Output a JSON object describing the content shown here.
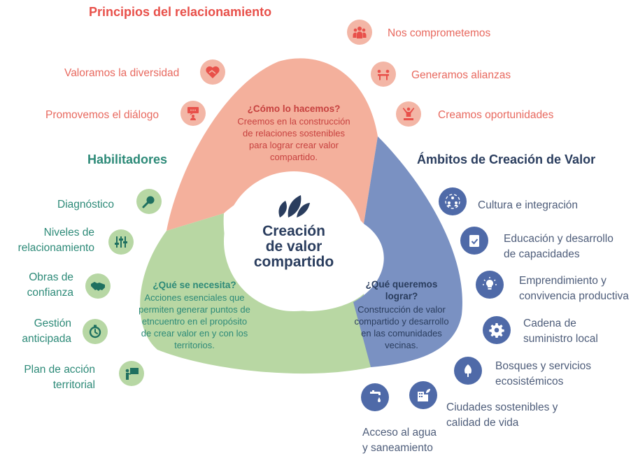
{
  "colors": {
    "coral": "#f4b09c",
    "green": "#b8d7a3",
    "blue": "#7a91c2",
    "red_text": "#e8695f",
    "green_text": "#2d8a78",
    "blue_text": "#4e5d7a",
    "brand_dark": "#2a3d5e"
  },
  "principles": {
    "heading": "Principios del relacionamiento",
    "items": [
      {
        "label": "Nos comprometemos",
        "icon": "group-people-icon"
      },
      {
        "label": "Valoramos la diversidad",
        "icon": "heart-handshake-icon"
      },
      {
        "label": "Generamos alianzas",
        "icon": "meeting-table-icon"
      },
      {
        "label": "Promovemos el diálogo",
        "icon": "speech-bubble-person-icon"
      },
      {
        "label": "Creamos oportunidades",
        "icon": "person-celebrating-icon"
      }
    ]
  },
  "enablers": {
    "heading": "Habilitadores",
    "items": [
      {
        "label": "Diagnóstico",
        "icon": "magnifier-icon"
      },
      {
        "line1": "Niveles de",
        "line2": "relacionamiento",
        "icon": "sliders-icon"
      },
      {
        "line1": "Obras de",
        "line2": "confianza",
        "icon": "handshake-icon"
      },
      {
        "line1": "Gestión",
        "line2": "anticipada",
        "icon": "stopwatch-icon"
      },
      {
        "line1": "Plan de acción",
        "line2": "territorial",
        "icon": "presenter-board-icon"
      }
    ]
  },
  "value_areas": {
    "heading": "Ámbitos de Creación de Valor",
    "items": [
      {
        "label": "Cultura e integración",
        "icon": "people-circle-icon"
      },
      {
        "line1": "Educación y desarrollo",
        "line2": "de capacidades",
        "icon": "clipboard-check-icon"
      },
      {
        "line1": "Emprendimiento y",
        "line2": "convivencia productiva",
        "icon": "lightbulb-icon"
      },
      {
        "line1": "Cadena de",
        "line2": "suministro local",
        "icon": "gear-icon"
      },
      {
        "line1": "Bosques y servicios",
        "line2": "ecosistémicos",
        "icon": "tree-icon"
      },
      {
        "line1": "Ciudades sostenibles y",
        "line2": "calidad de vida",
        "icon": "building-leaf-icon"
      },
      {
        "line1": "Acceso al agua",
        "line2": "y saneamiento",
        "icon": "water-tap-icon"
      }
    ]
  },
  "center": {
    "line1": "Creación",
    "line2": "de valor",
    "line3": "compartido",
    "logo_icon": "leaf-logo-icon"
  },
  "how": {
    "title": "¿Cómo lo hacemos?",
    "lines": [
      "Creemos en la construcción",
      "de relaciones sostenibles",
      "para lograr crear valor",
      "compartido."
    ]
  },
  "need": {
    "title": "¿Qué se necesita?",
    "lines": [
      "Acciones esenciales que",
      "permiten generar puntos de",
      "etncuentro en el propósito",
      "de crear valor en y con los",
      "territorios."
    ]
  },
  "achieve": {
    "title_line1": "¿Qué queremos",
    "title_line2": "lograr?",
    "lines": [
      "Construcción de valor",
      "compartido y desarrollo",
      "en las comunidades",
      "vecinas."
    ]
  }
}
